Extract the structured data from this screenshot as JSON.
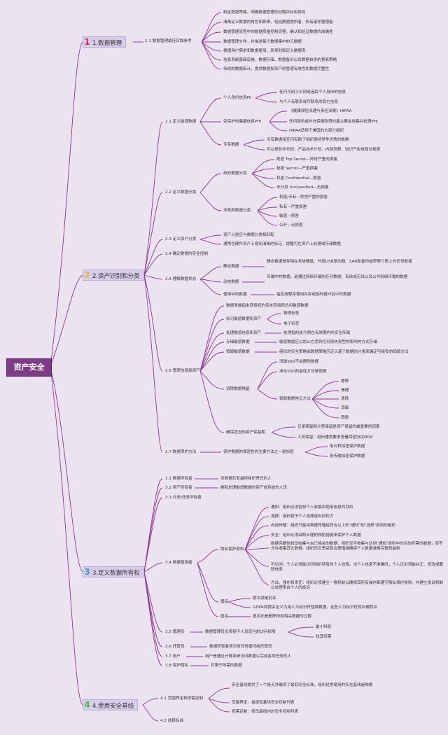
{
  "root": "资产安全",
  "colors": {
    "line": "#8a3a8f",
    "branch1": "#e8245a",
    "branch2": "#f2b531",
    "branch3": "#3a9ad9",
    "branch4": "#4fb04e"
  },
  "b1": {
    "num": "1",
    "label": "1.数据管理",
    "s11": "1.1 数据管理最佳实践参考",
    "leaves": [
      "制定数据策略，明确数据管理的战略目标和原则",
      "清晰定义数据的角色和职责，包括数据提供者、所有者和管理者",
      "数据管理流程中的数据质量控制流程，确认和验证数据的准确性",
      "数据管理文件，并描述每个数据集中的元数据",
      "根据用户需求和数据使用，来规划和定义数据库",
      "信息系统基础设施、数据存储、数据备份以及数据自身的更新策略",
      "持续的数据审计，提供数据和资产的管理有效性和数据完整性"
    ]
  },
  "b2": {
    "num": "2",
    "label": "2.资产识别和分类",
    "s21": "2.1 定义敏感数据",
    "pii": "个人身份信息PII",
    "pii_items": [
      "任何可用于识别或追踪个人身份的信息",
      "与个人有联系或可联系的其它信息"
    ],
    "phi": "受保护的健康信息PHI",
    "phi_items": [
      "《健康保险流通与责任法案》HIPAA",
      "任何提供或补充保健政策的雇主都会收集并处理PHI",
      "HIPAA适用于美国的大部分组织"
    ],
    "prop": "专有数据",
    "prop_items": [
      "专有数据指任何有助于组织保持竞争优势的数据",
      "可以是软件代码、产品技术计划、内部流程、知识产权或商业秘密"
    ],
    "s22": "2.2 定义数据分类",
    "gov": "政府数据分类",
    "gov_items": [
      "绝密 Top Secret—异常严重的损害",
      "秘密 Secret—严重损害",
      "机密 Confidential—损害",
      "未分类 Unclassified—无损害"
    ],
    "nongov": "非政府数据分类",
    "nongov_items": [
      "机密/专有—异常严重的损害",
      "私有—严重损害",
      "敏感—损害",
      "公开—无损害"
    ],
    "s23": "2.3 定义资产分类",
    "s23_items": [
      "资产分类应与数据分类相匹配",
      "通常在硬件资产上使用清晰的标记，提醒可在资产上处理或存储数据"
    ],
    "s24": "2.4 确定数据的安全控制",
    "s25": "2.5 理解数据状态",
    "rest": "静态数据",
    "rest_desc": "静态数据是存储在系统硬盘、外部USB驱动器、SAN和备份磁带等介质上的任何数据",
    "motion": "动态数据",
    "motion_desc": "传输中的数据，是通过网络传输的任何数据；有线或无线以及公共网络传输的数据",
    "use": "使用中的数据",
    "use_desc": "指应用程序使用内存或临时缓冲区中的数据",
    "s26": "2.6 管理信息和资产",
    "s26_a": "数据泄露指未获授权的实体查阅和访问敏感数据",
    "mark": "标记敏感数据和资产",
    "mark_items": [
      "物理标签",
      "电子标签"
    ],
    "handle": "处理敏感信息和资产",
    "handle_desc": "处理指的是介质在有效期内的安全传输",
    "store": "存储敏感数据",
    "store_desc": "敏感数据应以防止它受到任何损失类型的影响的方式存储",
    "destroy": "销毁敏感数据",
    "destroy_desc": "组织的安全策略或数据策略应定义基于数据的分类来确定可接受的销毁方法",
    "remanence": "消除数据残留",
    "rem_items": [
      "消磁SSD不会删除数据",
      "净化SSD的最佳方法是销毁"
    ],
    "methods": "销毁数据常见方法",
    "method_items": [
      "擦除",
      "清理",
      "清除",
      "消磁",
      "销毁"
    ],
    "retain": "确保适当的资产保留期",
    "retain_items": [
      "记录保留和介质保留是资产保留的最重要的因素",
      "人员保留：组织通常要求签署保密协议NDA"
    ],
    "s27": "2.7 数据保护方法",
    "s27_desc": "保护数据的保密性的主要方法之一是加密",
    "s27_items": [
      "用对称加密保护数据",
      "用传输加密保护数据"
    ]
  },
  "b3": {
    "num": "3",
    "label": "3.定义数据所有权",
    "s31": "3.1 数据所有者",
    "s31_desc": "对数据负有最终组织责任的人",
    "s32": "3.2 资产所有者",
    "s32_desc": "拥有处理敏感数据的资产或系统的人员",
    "s33": "3.3 业务/任务所有者",
    "s34": "3.4 数据使用者",
    "privacy": "隐私保护原则",
    "privacy_items": [
      "通知：组织必须告知个人收集和使用信息的目的",
      "选择：组织赋予个人选择退出的权力",
      "向前传输：组织只能将数据传输给符合以上的\"通知\"和\"选择\"原则的组织",
      "安全：组织必须采取合理的预防措施来保护个人数据",
      "数据完整性和仅收集与自己相关的数据：组织仅可收集与达到\"通知\"原则中的目的所需的数据，而不允许收集其它数据。组织还负责采取合理措施确保个人数据准确完整和最新",
      "可访问：个人必须能访问组织持有的个人信息。当个人信息不准确时，个人还必须能纠正、修改或删除信息",
      "方法、强化和责任：组织必须建立一套机制以确保其所有操作都遵守隐私保护原则，并建立投诉机制以处理来自个人的投诉"
    ],
    "pseudo": "假名",
    "pseudo_items": [
      "假名就是别名",
      "GDPR将假名定义为用人为标识符替换数据，这些人为标识符就叫做假名"
    ],
    "anon": "匿名",
    "anon_desc": "匿名化是删除所有相关数据的过程",
    "s35": "3.5 管理员",
    "s35_desc": "数据管理员负责授予人员适当的访问权限",
    "s35_items": [
      "最小特权",
      "知其所需"
    ],
    "s36": "3.6 托管员",
    "s36_desc": "数据所有者将日常任务委托给托管员",
    "s37": "3.7 用户",
    "s37_desc": "用户是通过计算系统访问数据以完成各项任务的人",
    "s38": "3.8 保护隐私",
    "s38_desc": "仅限于所需的数据"
  },
  "b4": {
    "num": "4",
    "label": "4.使用安全基线",
    "s41": "4.1 范围界定和按需定制",
    "s41_items": [
      "安全基线提供了一个是点并确保了最低安全标准，组织经常使用的安全基线是映像",
      "范围界定：指审查基线安全控制列表",
      "按需定制：修改基线内的安全控制列表"
    ],
    "s42": "4.2 选择标准"
  }
}
